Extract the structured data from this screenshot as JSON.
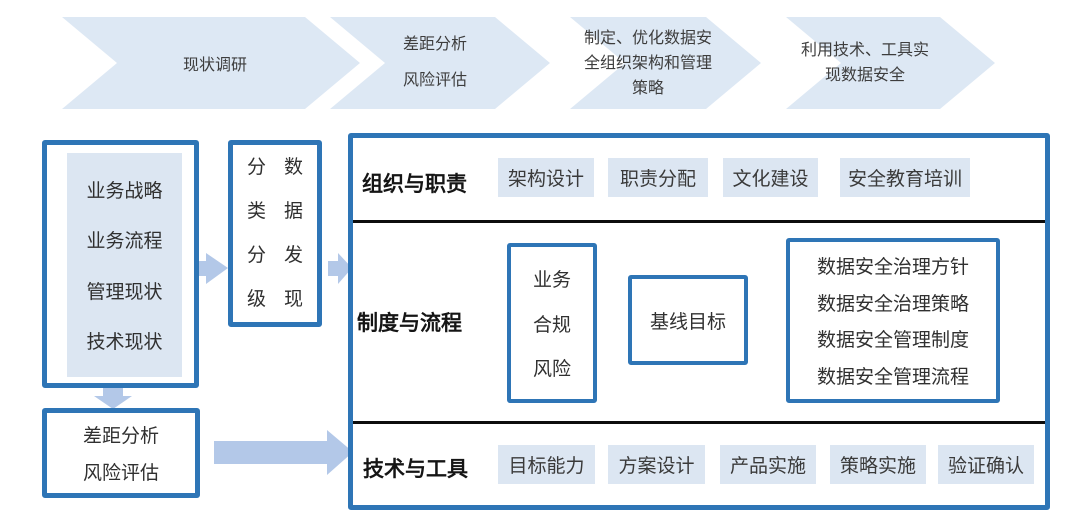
{
  "colors": {
    "border_blue": "#2e75b6",
    "light_fill": "#dce6f2",
    "chevron_fill": "#dde8f4",
    "arrow_fill": "#b3c8e8",
    "divider_black": "#0d0d0d"
  },
  "process_steps": [
    {
      "lines": [
        "现状调研"
      ]
    },
    {
      "lines": [
        "差距分析",
        "风险评估"
      ]
    },
    {
      "lines": [
        "制定、优化数据安",
        "全组织架构和管理",
        "策略"
      ]
    },
    {
      "lines": [
        "利用技术、工具实",
        "现数据安全"
      ]
    }
  ],
  "left_flow": {
    "current_state": {
      "items": [
        "业务战略",
        "业务流程",
        "管理现状",
        "技术现状"
      ]
    },
    "data_classification": {
      "col_left": "分类分级",
      "col_right": "数据发现"
    },
    "gap_analysis": {
      "lines": [
        "差距分析",
        "风险评估"
      ]
    }
  },
  "matrix": {
    "row_organization": {
      "label": "组织与职责",
      "chips": [
        "架构设计",
        "职责分配",
        "文化建设",
        "安全教育培训"
      ]
    },
    "row_process": {
      "label": "制度与流程",
      "compliance": {
        "lines": [
          "业务",
          "合规",
          "风险"
        ]
      },
      "baseline": "基线目标",
      "deliverables": [
        "数据安全治理方针",
        "数据安全治理策略",
        "数据安全管理制度",
        "数据安全管理流程"
      ]
    },
    "row_technology": {
      "label": "技术与工具",
      "chips": [
        "目标能力",
        "方案设计",
        "产品实施",
        "策略实施",
        "验证确认"
      ]
    }
  }
}
